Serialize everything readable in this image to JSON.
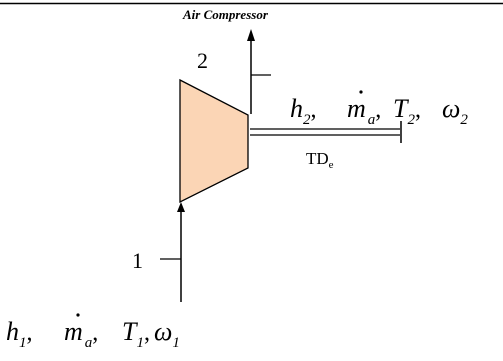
{
  "title": "Air Compressor",
  "state_in": {
    "number": "1",
    "h": "h",
    "h_sub": "1",
    "m": "m",
    "m_sub": "a",
    "T": "T",
    "T_sub": "1",
    "w": "ω",
    "w_sub": "1"
  },
  "state_out": {
    "number": "2",
    "h": "h",
    "h_sub": "2",
    "m": "m",
    "m_sub": "a",
    "T": "T",
    "T_sub": "2",
    "w": "ω",
    "w_sub": "2"
  },
  "shaft": {
    "label": "TD",
    "label_sub": "e"
  },
  "colors": {
    "compressor_fill": "#fbd5b5",
    "line": "#000000"
  }
}
